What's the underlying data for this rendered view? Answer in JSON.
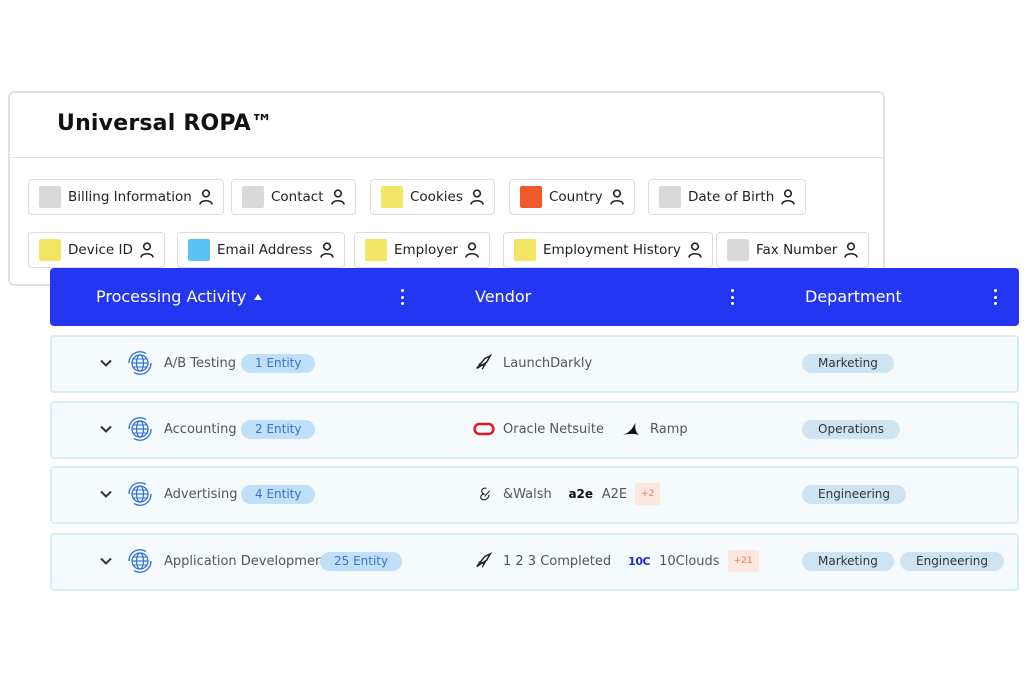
{
  "ropa": {
    "title": "Universal ROPA™",
    "chips": [
      {
        "label": "Billing Information",
        "color": "#d9d9d9"
      },
      {
        "label": "Contact",
        "color": "#d9d9d9"
      },
      {
        "label": "Cookies",
        "color": "#f2e566"
      },
      {
        "label": "Country",
        "color": "#f05a28"
      },
      {
        "label": "Date of Birth",
        "color": "#d9d9d9"
      },
      {
        "label": "Device ID",
        "color": "#f2e566"
      },
      {
        "label": "Email Address",
        "color": "#5bc2f6"
      },
      {
        "label": "Employer",
        "color": "#f2e566"
      },
      {
        "label": "Employment History",
        "color": "#f2e566"
      },
      {
        "label": "Fax Number",
        "color": "#d9d9d9"
      }
    ]
  },
  "table": {
    "header_color": "#2436f2",
    "columns": [
      "Processing Activity",
      "Vendor",
      "Department"
    ],
    "rows": [
      {
        "activity": "A/B Testing",
        "entity": "1 Entity",
        "vendors": [
          {
            "name": "LaunchDarkly",
            "logo": "launchdarkly-logo"
          }
        ],
        "more": "",
        "departments": [
          "Marketing"
        ]
      },
      {
        "activity": "Accounting",
        "entity": "2 Entity",
        "vendors": [
          {
            "name": "Oracle Netsuite",
            "logo": "oracle-logo"
          },
          {
            "name": "Ramp",
            "logo": "ramp-logo"
          }
        ],
        "more": "",
        "departments": [
          "Operations"
        ]
      },
      {
        "activity": "Advertising",
        "entity": "4 Entity",
        "vendors": [
          {
            "name": "&Walsh",
            "logo": "andwalsh-logo",
            "logo_text": ""
          },
          {
            "name": "A2E",
            "logo": "a2e-logo",
            "logo_text": "a2e"
          }
        ],
        "more": "+2",
        "departments": [
          "Engineering"
        ]
      },
      {
        "activity": "Application Development",
        "entity": "25 Entity",
        "vendors": [
          {
            "name": "1 2 3 Completed",
            "logo": "completed-logo"
          },
          {
            "name": "10Clouds",
            "logo": "10clouds-logo",
            "logo_text": "10C"
          }
        ],
        "more": "+21",
        "departments": [
          "Marketing",
          "Engineering"
        ]
      }
    ]
  }
}
